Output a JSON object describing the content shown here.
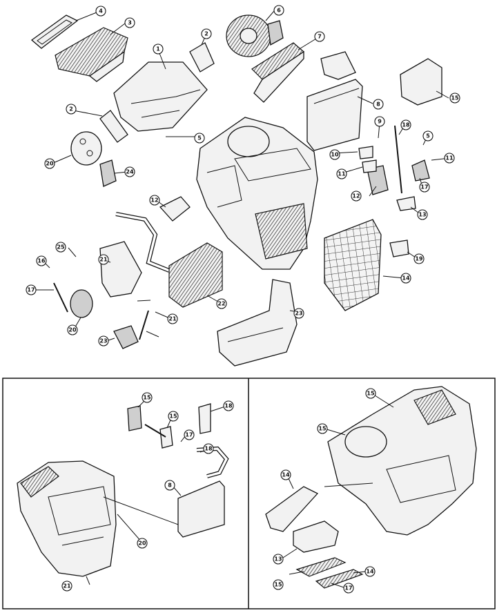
{
  "diagram": {
    "callouts": {
      "main": [
        "4",
        "3",
        "2",
        "1",
        "6",
        "7",
        "8",
        "15",
        "2",
        "5",
        "9",
        "10",
        "11",
        "12",
        "13",
        "5",
        "11",
        "17",
        "18",
        "20",
        "24",
        "12",
        "25",
        "16",
        "17",
        "20",
        "21",
        "22",
        "21",
        "23",
        "19",
        "14",
        "23"
      ],
      "inset_left": [
        "15",
        "15",
        "18",
        "17",
        "18",
        "8",
        "20",
        "21"
      ],
      "inset_right": [
        "15",
        "15",
        "14",
        "13",
        "15",
        "14",
        "17"
      ]
    }
  }
}
